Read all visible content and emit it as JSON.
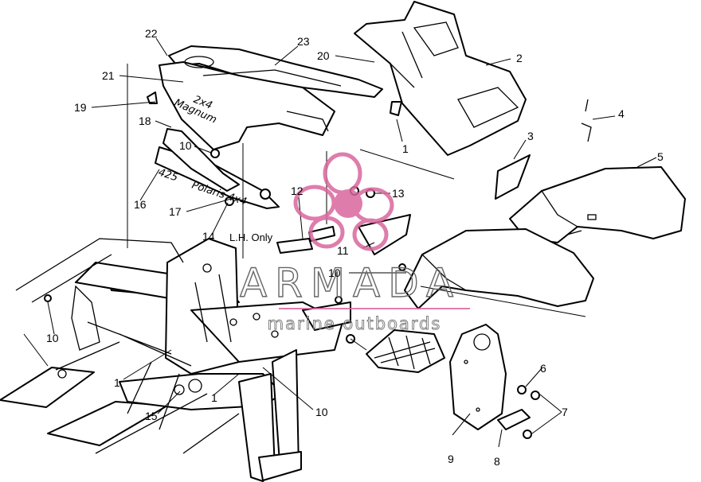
{
  "callouts": [
    {
      "id": "c22",
      "label": "22"
    },
    {
      "id": "c23",
      "label": "23"
    },
    {
      "id": "c20",
      "label": "20"
    },
    {
      "id": "c2",
      "label": "2"
    },
    {
      "id": "c21",
      "label": "21"
    },
    {
      "id": "c19",
      "label": "19"
    },
    {
      "id": "c18",
      "label": "18"
    },
    {
      "id": "c10a",
      "label": "10"
    },
    {
      "id": "c1a",
      "label": "1"
    },
    {
      "id": "c4",
      "label": "4"
    },
    {
      "id": "c3",
      "label": "3"
    },
    {
      "id": "c5",
      "label": "5"
    },
    {
      "id": "c12",
      "label": "12"
    },
    {
      "id": "c13",
      "label": "13"
    },
    {
      "id": "c16",
      "label": "16"
    },
    {
      "id": "c17",
      "label": "17"
    },
    {
      "id": "c14",
      "label": "14"
    },
    {
      "id": "c11",
      "label": "11"
    },
    {
      "id": "c10b",
      "label": "10"
    },
    {
      "id": "c10c",
      "label": "10"
    },
    {
      "id": "c1b",
      "label": "1"
    },
    {
      "id": "c15",
      "label": "15"
    },
    {
      "id": "c1c",
      "label": "1"
    },
    {
      "id": "c10d",
      "label": "10"
    },
    {
      "id": "c6",
      "label": "6"
    },
    {
      "id": "c7",
      "label": "7"
    },
    {
      "id": "c9",
      "label": "9"
    },
    {
      "id": "c8",
      "label": "8"
    }
  ],
  "note": "L.H. Only",
  "decals": {
    "line1": "2x4",
    "line2": "Magnum",
    "line3": "425",
    "line4": "Polaris 4x4"
  },
  "watermark": {
    "brand": "ARMADA",
    "tagline": "marine outboards",
    "colors": {
      "flower": "#d9679e",
      "text": "#666666"
    }
  }
}
